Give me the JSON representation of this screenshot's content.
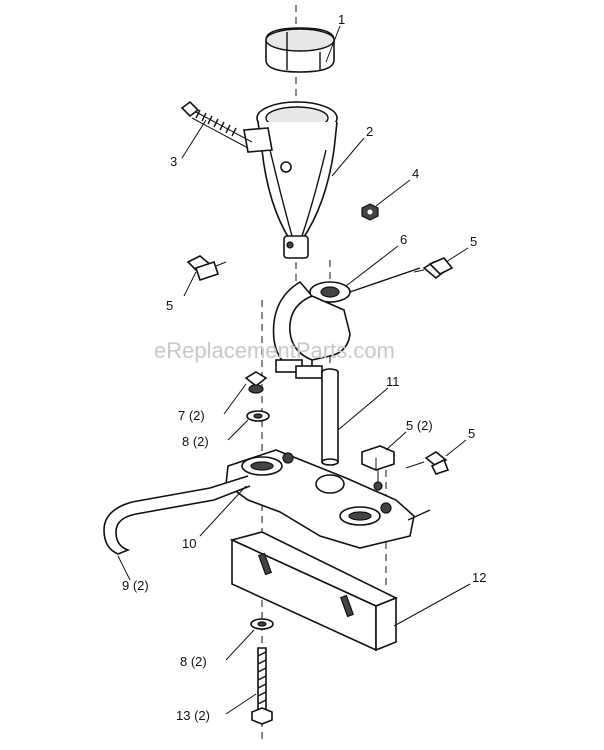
{
  "watermark": "eReplacementParts.com",
  "callouts": {
    "c1": "1",
    "c2": "2",
    "c3": "3",
    "c4": "4",
    "c5a": "5",
    "c5b": "5",
    "c6": "6",
    "c7": "7 (2)",
    "c8a": "8 (2)",
    "c11": "11",
    "c5c": "5 (2)",
    "c5d": "5",
    "c10": "10",
    "c9": "9 (2)",
    "c12": "12",
    "c8b": "8 (2)",
    "c13": "13 (2)"
  }
}
